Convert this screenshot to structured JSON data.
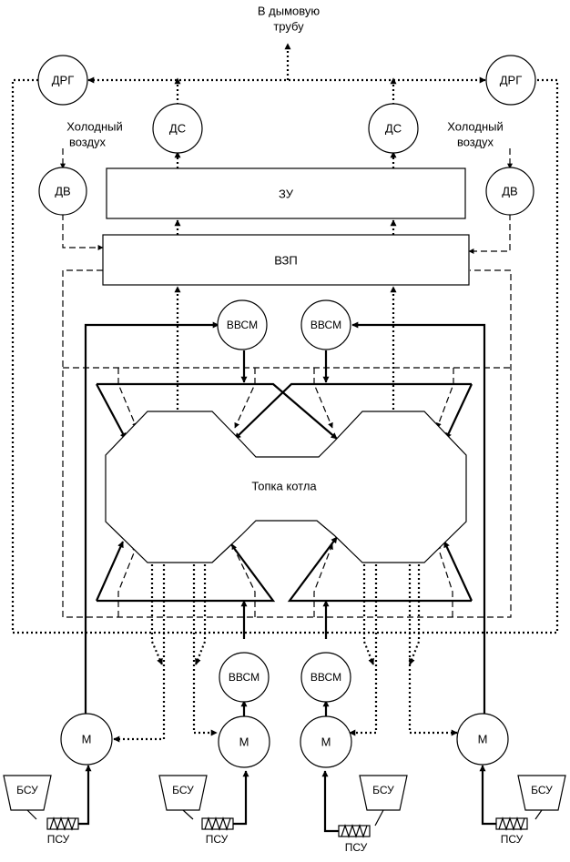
{
  "labels": {
    "chimney_line1": "В дымовую",
    "chimney_line2": "трубу",
    "cold_air_line1": "Холодный",
    "cold_air_line2": "воздух",
    "drg": "ДРГ",
    "ds": "ДС",
    "dv": "ДВ",
    "zu": "ЗУ",
    "vzp": "ВЗП",
    "vvsm": "ВВСМ",
    "furnace": "Топка котла",
    "mill": "М",
    "bsu": "БСУ",
    "psu": "ПСУ"
  }
}
